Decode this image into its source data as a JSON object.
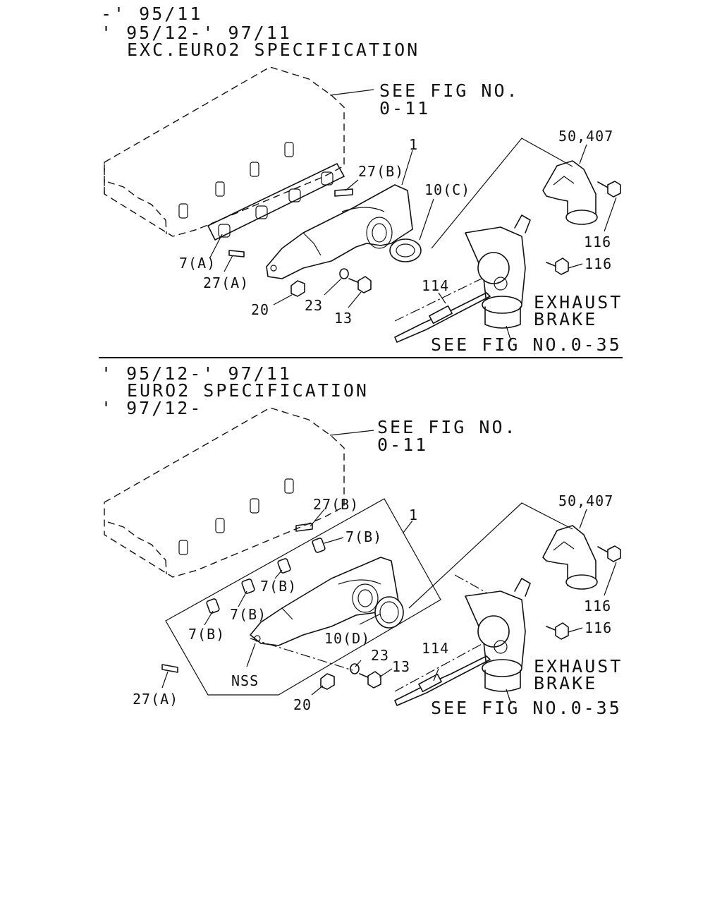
{
  "top": {
    "header": [
      "-' 95/11",
      "' 95/12-' 97/11",
      "EXC.EURO2 SPECIFICATION"
    ],
    "see_fig_a": [
      "SEE FIG NO.",
      "0-11"
    ],
    "labels": {
      "p1": "1",
      "p27b": "27(B)",
      "p10c": "10(C)",
      "p50": "50,407",
      "p7a": "7(A)",
      "p27a": "27(A)",
      "p116a": "116",
      "p116b": "116",
      "p114": "114",
      "p20": "20",
      "p23": "23",
      "p13": "13"
    },
    "exhaust": [
      "EXHAUST",
      "BRAKE"
    ],
    "see_fig_b": "SEE FIG NO.0-35"
  },
  "bottom": {
    "header": [
      "' 95/12-' 97/11",
      "EURO2 SPECIFICATION",
      "' 97/12-"
    ],
    "see_fig_a": [
      "SEE FIG NO.",
      "0-11"
    ],
    "labels": {
      "p27b": "27(B)",
      "p1": "1",
      "p50": "50,407",
      "p7b1": "7(B)",
      "p7b2": "7(B)",
      "p7b3": "7(B)",
      "p7b4": "7(B)",
      "p10d": "10(D)",
      "p116a": "116",
      "p116b": "116",
      "p114": "114",
      "p23": "23",
      "p13": "13",
      "nss": "NSS",
      "p27a": "27(A)",
      "p20": "20"
    },
    "exhaust": [
      "EXHAUST",
      "BRAKE"
    ],
    "see_fig_b": "SEE FIG NO.0-35"
  }
}
